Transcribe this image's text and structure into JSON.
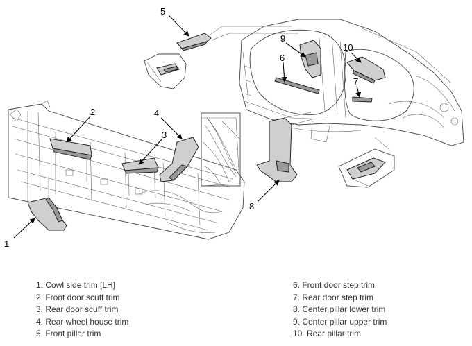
{
  "diagram": {
    "callouts": [
      {
        "id": "1",
        "label": "1"
      },
      {
        "id": "2",
        "label": "2"
      },
      {
        "id": "3",
        "label": "3"
      },
      {
        "id": "4",
        "label": "4"
      },
      {
        "id": "5",
        "label": "5"
      },
      {
        "id": "6",
        "label": "6"
      },
      {
        "id": "7",
        "label": "7"
      },
      {
        "id": "8",
        "label": "8"
      },
      {
        "id": "9",
        "label": "9"
      },
      {
        "id": "10",
        "label": "10"
      }
    ],
    "colors": {
      "line": "#444444",
      "part_fill": "#cfcfcf",
      "part_dark": "#9a9a9a",
      "text": "#333333"
    }
  },
  "legend": {
    "left": [
      "1. Cowl side trim [LH]",
      "2. Front door scuff trim",
      "3. Rear door scuff trim",
      "4. Rear wheel house trim",
      "5. Front pillar trim"
    ],
    "right": [
      "6. Front door step trim",
      "7. Rear door step trim",
      "8. Center pillar lower trim",
      "9. Center pillar upper trim",
      "10. Rear pillar trim"
    ]
  }
}
